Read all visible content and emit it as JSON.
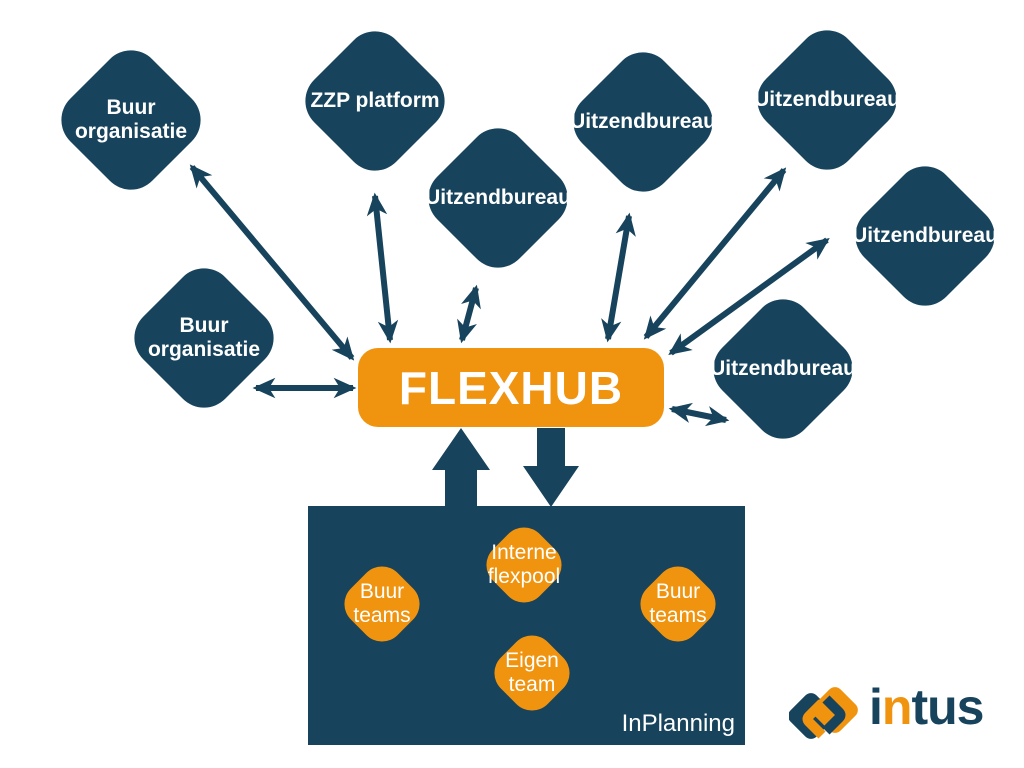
{
  "colors": {
    "navy": "#17435C",
    "orange": "#F0930F",
    "background": "#FFFFFF",
    "label_text": "#FFFFFF"
  },
  "hub": {
    "label": "FLEXHUB"
  },
  "nodes": [
    {
      "id": "buur-organisatie-1",
      "line1": "Buur",
      "line2": "organisatie"
    },
    {
      "id": "buur-organisatie-2",
      "line1": "Buur",
      "line2": "organisatie"
    },
    {
      "id": "zzp-platform",
      "line1": "ZZP platform",
      "line2": ""
    },
    {
      "id": "uitzendbureau-1",
      "line1": "Uitzendbureau",
      "line2": ""
    },
    {
      "id": "uitzendbureau-2",
      "line1": "Uitzendbureau",
      "line2": ""
    },
    {
      "id": "uitzendbureau-3",
      "line1": "Uitzendbureau",
      "line2": ""
    },
    {
      "id": "uitzendbureau-4",
      "line1": "Uitzendbureau",
      "line2": ""
    },
    {
      "id": "uitzendbureau-5",
      "line1": "Uitzendbureau",
      "line2": ""
    }
  ],
  "inplanning": {
    "label": "InPlanning",
    "teams": [
      {
        "id": "buur-teams-left",
        "line1": "Buur",
        "line2": "teams"
      },
      {
        "id": "interne-flexpool",
        "line1": "Interne",
        "line2": "flexpool"
      },
      {
        "id": "eigen-team",
        "line1": "Eigen",
        "line2": "team"
      },
      {
        "id": "buur-teams-right",
        "line1": "Buur",
        "line2": "teams"
      }
    ]
  },
  "logo": {
    "part1": "i",
    "part2": "n",
    "part3": "tus"
  }
}
